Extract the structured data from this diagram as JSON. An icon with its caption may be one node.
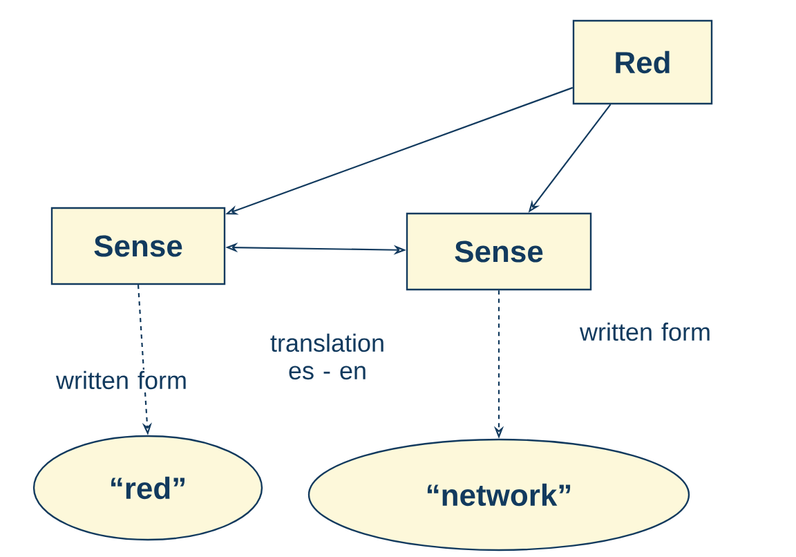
{
  "diagram": {
    "nodes": [
      {
        "text": [
          "Red"
        ]
      },
      {
        "text": [
          "Sense"
        ]
      },
      {
        "text": [
          "Sense"
        ]
      },
      {
        "text": [
          "“red”"
        ]
      },
      {
        "text": [
          "“network”"
        ]
      }
    ],
    "edges": [
      {
        "from": 0,
        "to": 1,
        "arrow": "to"
      },
      {
        "from": 0,
        "to": 2,
        "arrow": "to"
      },
      {
        "from": 1,
        "to": 2,
        "arrow": "both",
        "label": "translation es - en"
      },
      {
        "from": 1,
        "to": 3,
        "arrow": "to",
        "style": "dashed",
        "label": "written form"
      },
      {
        "from": 2,
        "to": 4,
        "arrow": "to",
        "style": "dashed",
        "label": "written form"
      }
    ]
  }
}
